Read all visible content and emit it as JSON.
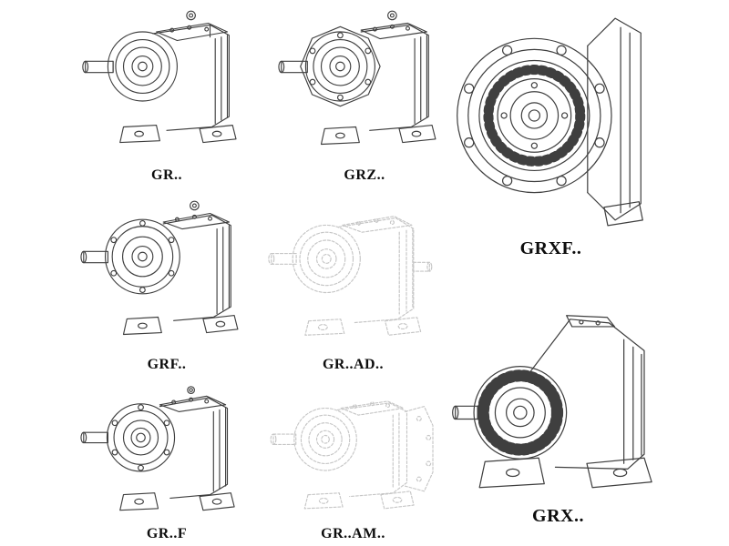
{
  "page": {
    "background": "#ffffff"
  },
  "colors": {
    "line": "#3f3f3f",
    "faded_line": "#c6c6c6",
    "label": "#0d0d0d"
  },
  "figures": [
    {
      "id": "gr",
      "label": "GR..",
      "style": "solid",
      "drawing": "foot-mounted helical gear unit, isometric"
    },
    {
      "id": "grz",
      "label": "GRZ..",
      "style": "solid",
      "drawing": "foot-mounted gear unit with front flange ring, isometric"
    },
    {
      "id": "grxf",
      "label": "GRXF..",
      "style": "solid",
      "drawing": "flange-mounted gear unit, front flange view"
    },
    {
      "id": "grf",
      "label": "GRF..",
      "style": "solid",
      "drawing": "flange gear unit with bolt-circle flange, isometric"
    },
    {
      "id": "grad",
      "label": "GR..AD..",
      "style": "faded",
      "drawing": "gear unit with input shaft adapter, phantom lines"
    },
    {
      "id": "grx",
      "label": "GRX..",
      "style": "solid",
      "drawing": "large foot-mounted gear unit with finned bearing housing"
    },
    {
      "id": "grf2",
      "label": "GR..F",
      "style": "solid",
      "drawing": "foot/flange gear unit, isometric"
    },
    {
      "id": "gram",
      "label": "GR..AM..",
      "style": "faded",
      "drawing": "gear unit with rear mounting flange, phantom lines"
    }
  ]
}
